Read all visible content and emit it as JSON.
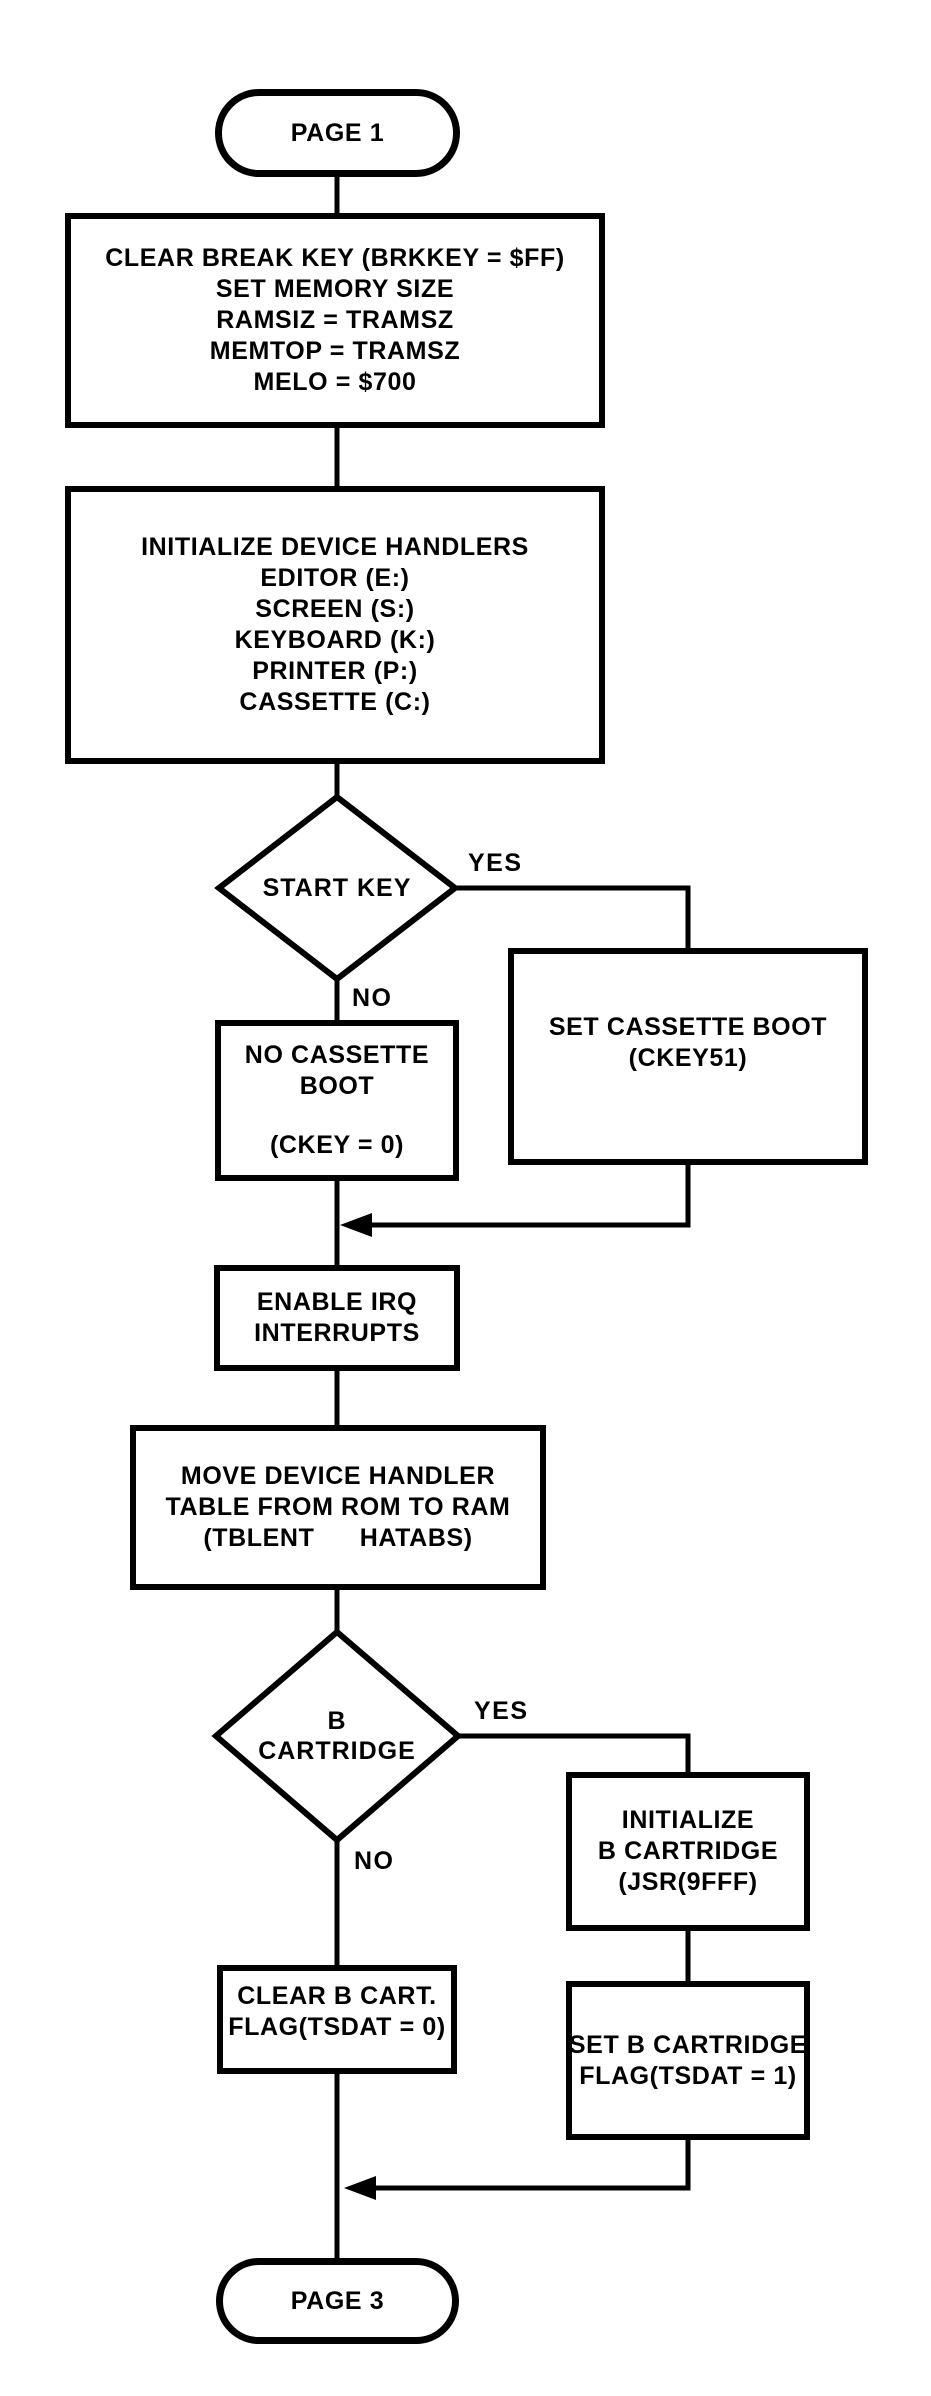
{
  "page": {
    "background_color": "#ffffff",
    "ink_color": "#000000",
    "description": "Flowchart page 1 of an OS boot / power-up sequence"
  },
  "flow": {
    "start_terminal": {
      "label": "PAGE 1"
    },
    "process_clear_break": {
      "lines": [
        "CLEAR BREAK KEY (BRKKEY = $FF)",
        "SET MEMORY SIZE",
        "RAMSIZ = TRAMSZ",
        "MEMTOP = TRAMSZ",
        "MELO = $700"
      ]
    },
    "process_init_handlers": {
      "lines": [
        "INITIALIZE DEVICE HANDLERS",
        "EDITOR (E:)",
        "SCREEN (S:)",
        "KEYBOARD (K:)",
        "PRINTER (P:)",
        "CASSETTE (C:)"
      ]
    },
    "decision_start_key": {
      "label": "START KEY",
      "yes_label": "YES",
      "no_label": "NO"
    },
    "process_set_cassette_boot": {
      "lines": [
        "SET CASSETTE BOOT",
        "(CKEY51)"
      ]
    },
    "process_no_cassette_boot": {
      "lines": [
        "NO CASSETTE",
        "BOOT",
        "(CKEY = 0)"
      ]
    },
    "process_enable_irq": {
      "lines": [
        "ENABLE IRQ",
        "INTERRUPTS"
      ]
    },
    "process_move_table": {
      "lines": [
        "MOVE DEVICE HANDLER",
        "TABLE FROM ROM TO RAM",
        "(TBLENT      HATABS)"
      ]
    },
    "decision_b_cartridge": {
      "label_line1": "B",
      "label_line2": "CARTRIDGE",
      "yes_label": "YES",
      "no_label": "NO"
    },
    "process_init_b_cartridge": {
      "lines": [
        "INITIALIZE",
        "B CARTRIDGE",
        "(JSR(9FFF)"
      ]
    },
    "process_set_b_cartridge": {
      "lines": [
        "SET B CARTRIDGE",
        "FLAG(TSDAT = 1)"
      ]
    },
    "process_clear_b_cartridge": {
      "lines": [
        "CLEAR B CART.",
        "FLAG(TSDAT = 0)"
      ]
    },
    "end_terminal": {
      "label": "PAGE 3"
    }
  }
}
